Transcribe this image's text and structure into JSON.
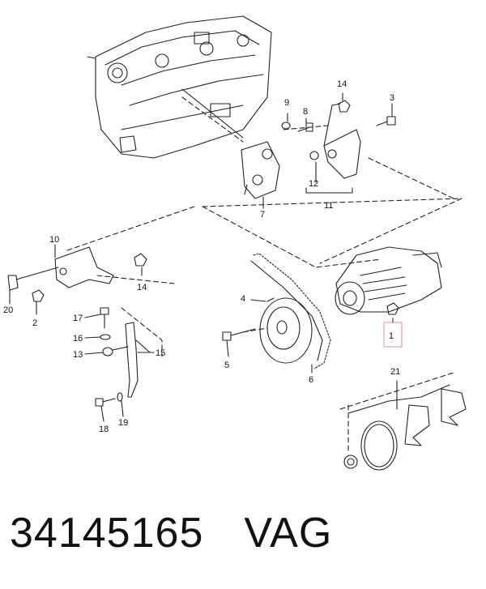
{
  "callouts": [
    {
      "id": "1",
      "text": "1"
    },
    {
      "id": "2",
      "text": "2"
    },
    {
      "id": "3",
      "text": "3"
    },
    {
      "id": "4",
      "text": "4"
    },
    {
      "id": "5",
      "text": "5"
    },
    {
      "id": "6",
      "text": "6"
    },
    {
      "id": "7",
      "text": "7"
    },
    {
      "id": "8",
      "text": "8"
    },
    {
      "id": "9",
      "text": "9"
    },
    {
      "id": "10",
      "text": "10"
    },
    {
      "id": "11",
      "text": "11"
    },
    {
      "id": "12",
      "text": "12"
    },
    {
      "id": "13",
      "text": "13"
    },
    {
      "id": "14a",
      "text": "14"
    },
    {
      "id": "14b",
      "text": "14"
    },
    {
      "id": "15",
      "text": "15"
    },
    {
      "id": "16",
      "text": "16"
    },
    {
      "id": "17",
      "text": "17"
    },
    {
      "id": "18",
      "text": "18"
    },
    {
      "id": "19",
      "text": "19"
    },
    {
      "id": "20",
      "text": "20"
    },
    {
      "id": "21",
      "text": "21"
    }
  ],
  "highlight_color": "#e8a0a8",
  "footer": {
    "part_number": "34145165",
    "brand": "VAG"
  }
}
